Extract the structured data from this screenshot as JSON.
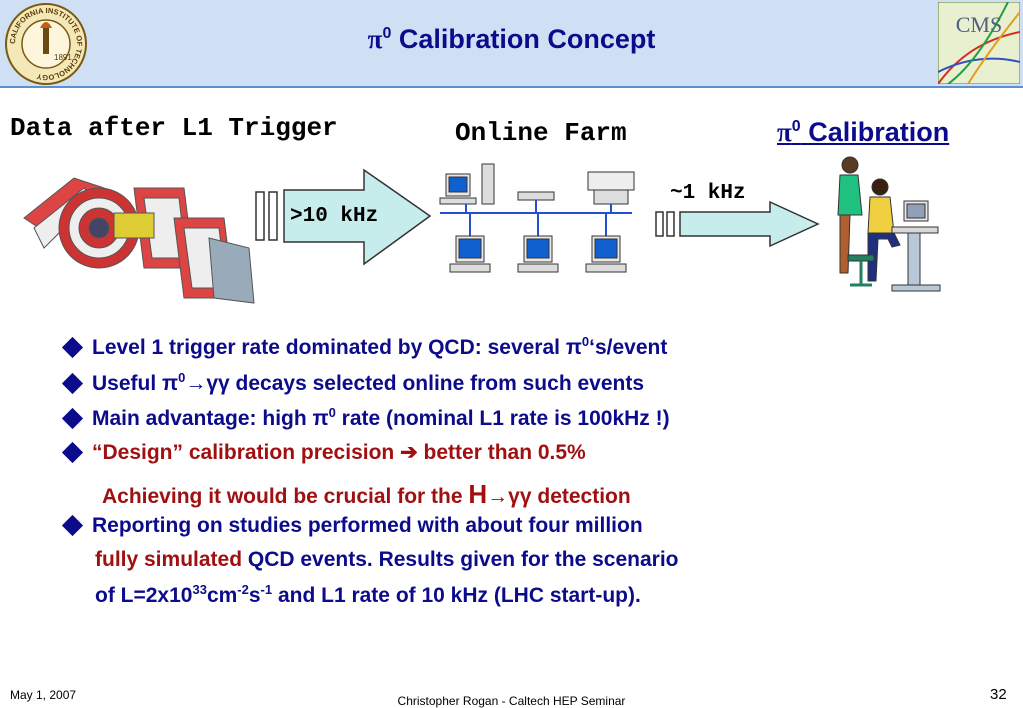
{
  "header": {
    "title_symbol": "π",
    "title_sup": "0",
    "title_text": " Calibration Concept"
  },
  "diagram": {
    "left_label": "Data after L1 Trigger",
    "middle_label": "Online Farm",
    "right_label_symbol": "π",
    "right_label_sup": "0",
    "right_label_text": " Calibration",
    "rate_in": ">10 kHz",
    "rate_out": "~1 kHz"
  },
  "bullets": {
    "b1_a": "Level 1 trigger rate dominated by QCD: several π",
    "b1_sup": "0",
    "b1_b": "‘s/event",
    "b2_a": "Useful π",
    "b2_sup": "0",
    "b2_b": "→γγ decays selected online from such events",
    "b3_a": "Main advantage: high π",
    "b3_sup": "0",
    "b3_b": " rate (nominal L1 rate is 100kHz !)",
    "b4_a": "“Design” calibration precision ",
    "b4_arrow": "➔",
    "b4_b": " better than 0.5%",
    "b4_cont_a": "Achieving it would be crucial for the ",
    "b4_cont_h": "H",
    "b4_cont_b": "→γγ detection",
    "b5_line1": "Reporting on studies performed with about four million",
    "b5_line2_red": "fully simulated",
    "b5_line2_rest": " QCD events. Results given for the scenario",
    "b5_line3_a": "of L=2x10",
    "b5_line3_sup1": "33",
    "b5_line3_b": "cm",
    "b5_line3_sup2": "-2",
    "b5_line3_c": "s",
    "b5_line3_sup3": "-1",
    "b5_line3_d": " and L1 rate of 10 kHz (LHC start-up)."
  },
  "footer": {
    "date": "May 1, 2007",
    "center": "Christopher Rogan - Caltech HEP Seminar",
    "page": "32"
  },
  "logos": {
    "left_seal_text": "CALIFORNIA INSTITUTE OF TECHNOLOGY",
    "left_seal_year": "1891",
    "right_logo_text": "CMS"
  },
  "colors": {
    "title": "#0b0b8c",
    "red_text": "#a01010",
    "arrow_fill": "#c7ecec",
    "header_bg": "#cfe0f5"
  }
}
